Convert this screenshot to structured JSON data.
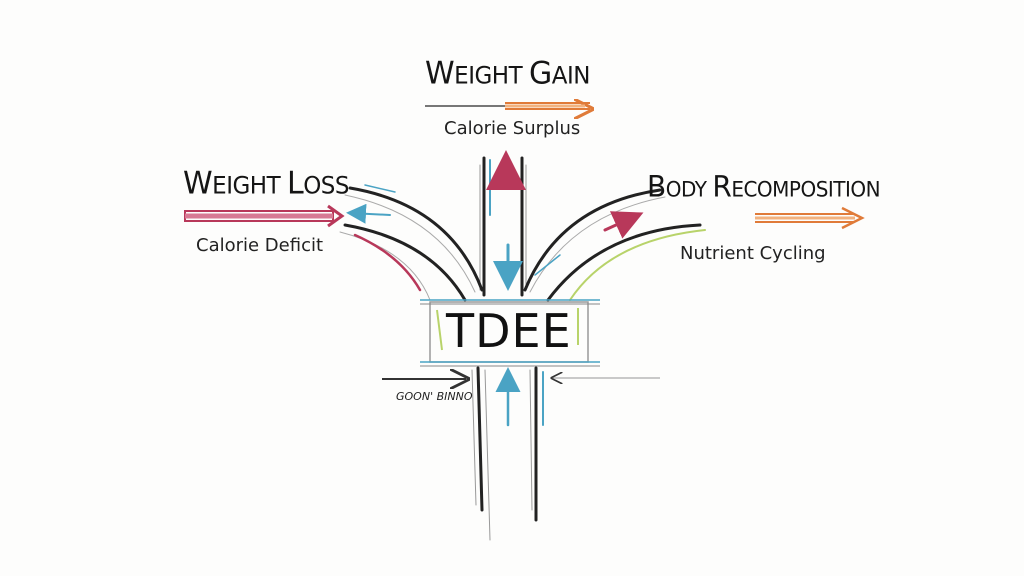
{
  "diagram": {
    "center": {
      "label": "TDEE"
    },
    "branches": [
      {
        "id": "gain",
        "title_first": "W",
        "title_rest": "EIGHT ",
        "title_first2": "G",
        "title_rest2": "AIN",
        "title": "Weight Gain",
        "subtitle": "Calorie Surplus",
        "arrow_color": "#e07b39",
        "direction": "up"
      },
      {
        "id": "loss",
        "title_first": "W",
        "title_rest": "EIGHT ",
        "title_first2": "L",
        "title_rest2": "OSS",
        "title": "Weight Loss",
        "subtitle": "Calorie Deficit",
        "arrow_color": "#b8385a",
        "direction": "left"
      },
      {
        "id": "recomp",
        "title_first": "B",
        "title_rest": "ODY ",
        "title_first2": "R",
        "title_rest2": "ECOMPOSITION",
        "title": "Body Recomposition",
        "subtitle": "Nutrient Cycling",
        "arrow_color": "#e07b39",
        "direction": "right"
      }
    ],
    "annotation": {
      "label": "GOON' BINNO"
    },
    "colors": {
      "ink": "#1a1a1a",
      "pencil": "#8a8a8a",
      "blue": "#4aa3c4",
      "red": "#b8385a",
      "orange": "#e07b39",
      "green": "#b8d36a",
      "background": "#fdfdfc"
    }
  }
}
